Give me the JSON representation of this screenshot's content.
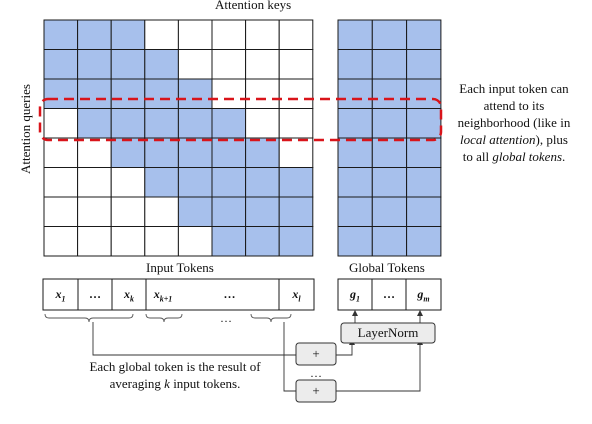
{
  "labels": {
    "keys": "Attention keys",
    "queries": "Attention queries",
    "input_tokens": "Input Tokens",
    "global_tokens": "Global Tokens",
    "layernorm": "LayerNorm",
    "plus": "+",
    "dots": "…"
  },
  "input_tokens": [
    {
      "base": "x",
      "sub": "1"
    },
    {
      "base": "…",
      "sub": ""
    },
    {
      "base": "x",
      "sub": "k"
    },
    {
      "base": "x",
      "sub": "k+1"
    },
    {
      "base": "…",
      "sub": ""
    },
    {
      "base": "x",
      "sub": "l"
    }
  ],
  "global_tokens": [
    {
      "base": "g",
      "sub": "1"
    },
    {
      "base": "…",
      "sub": ""
    },
    {
      "base": "g",
      "sub": "m"
    }
  ],
  "annotation": {
    "line1": "Each input token can",
    "line2": "attend to its",
    "line3": "neighborhood (like in",
    "line4_italic": "local attention",
    "line4_rest": "), plus",
    "line5_plain": "to all ",
    "line5_italic": "global tokens",
    "line5_end": "."
  },
  "caption": {
    "line1": "Each global token is the result of",
    "line2_pre": "averaging ",
    "line2_italic": "k",
    "line2_post": " input tokens."
  },
  "colors": {
    "fill": "#a7c0ec",
    "grid": "#1a1a1a",
    "highlight": "#d9141a",
    "box": "#ececec"
  },
  "attention_mask": [
    [
      1,
      1,
      1,
      0,
      0,
      0,
      0,
      0
    ],
    [
      1,
      1,
      1,
      1,
      0,
      0,
      0,
      0
    ],
    [
      1,
      1,
      1,
      1,
      1,
      0,
      0,
      0
    ],
    [
      0,
      1,
      1,
      1,
      1,
      1,
      0,
      0
    ],
    [
      0,
      0,
      1,
      1,
      1,
      1,
      1,
      0
    ],
    [
      0,
      0,
      0,
      1,
      1,
      1,
      1,
      1
    ],
    [
      0,
      0,
      0,
      0,
      1,
      1,
      1,
      1
    ],
    [
      0,
      0,
      0,
      0,
      0,
      1,
      1,
      1
    ]
  ],
  "global_columns": 3,
  "highlighted_row": 3
}
